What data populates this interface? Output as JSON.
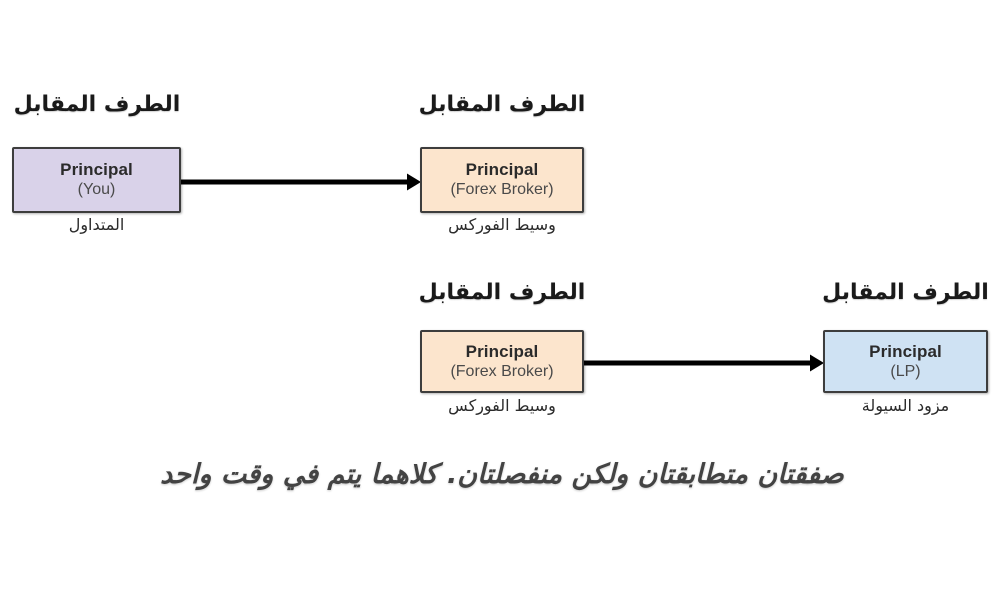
{
  "diagram": {
    "title_text": "Forex principal-to-principal execution diagram",
    "colors": {
      "trader_fill": "#d9d2e9",
      "broker_fill": "#fce5cd",
      "lp_fill": "#cfe2f3",
      "border": "#3d3d3d",
      "arrow": "#000000",
      "caption_text": "#434343",
      "header_text": "#1a1a1a",
      "background": "#ffffff"
    },
    "rows": [
      {
        "id": "row-1",
        "from": {
          "header": "الطرف المقابل",
          "line1": "Principal",
          "line2": "(You)",
          "sub": "المتداول",
          "fill": "#d9d2e9"
        },
        "to": {
          "header": "الطرف المقابل",
          "line1": "Principal",
          "line2": "(Forex Broker)",
          "sub": "وسيط الفوركس",
          "fill": "#fce5cd"
        }
      },
      {
        "id": "row-2",
        "from": {
          "header": "الطرف المقابل",
          "line1": "Principal",
          "line2": "(Forex Broker)",
          "sub": "وسيط الفوركس",
          "fill": "#fce5cd"
        },
        "to": {
          "header": "الطرف المقابل",
          "line1": "Principal",
          "line2": "(LP)",
          "sub": "مزود السيولة",
          "fill": "#cfe2f3"
        }
      }
    ],
    "caption": "صفقتان متطابقتان ولكن منفصلتان. كلاهما يتم في وقت واحد"
  }
}
